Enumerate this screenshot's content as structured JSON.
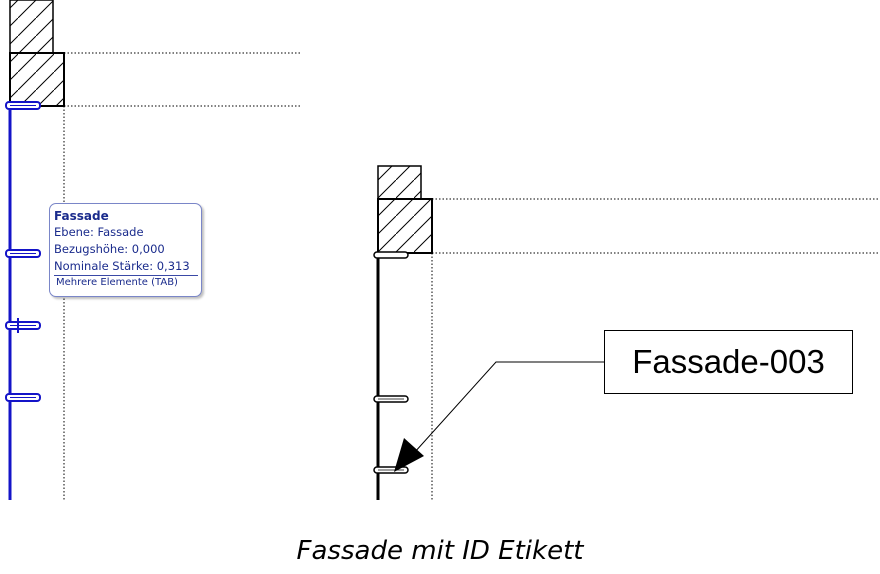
{
  "tooltip": {
    "title": "Fassade",
    "lines": [
      "Ebene: Fassade",
      "Bezugshöhe: 0,000",
      "Nominale Stärke: 0,313"
    ],
    "footer": "Mehrere Elemente (TAB)"
  },
  "id_label": "Fassade-003",
  "caption": "Fassade mit ID Etikett",
  "colors": {
    "selected_facade": "#1414c8",
    "tooltip_text": "#1a2b8c",
    "tooltip_border": "#7a86c8",
    "line": "#000000"
  },
  "icons": {
    "leader_arrow": "arrow-head"
  }
}
